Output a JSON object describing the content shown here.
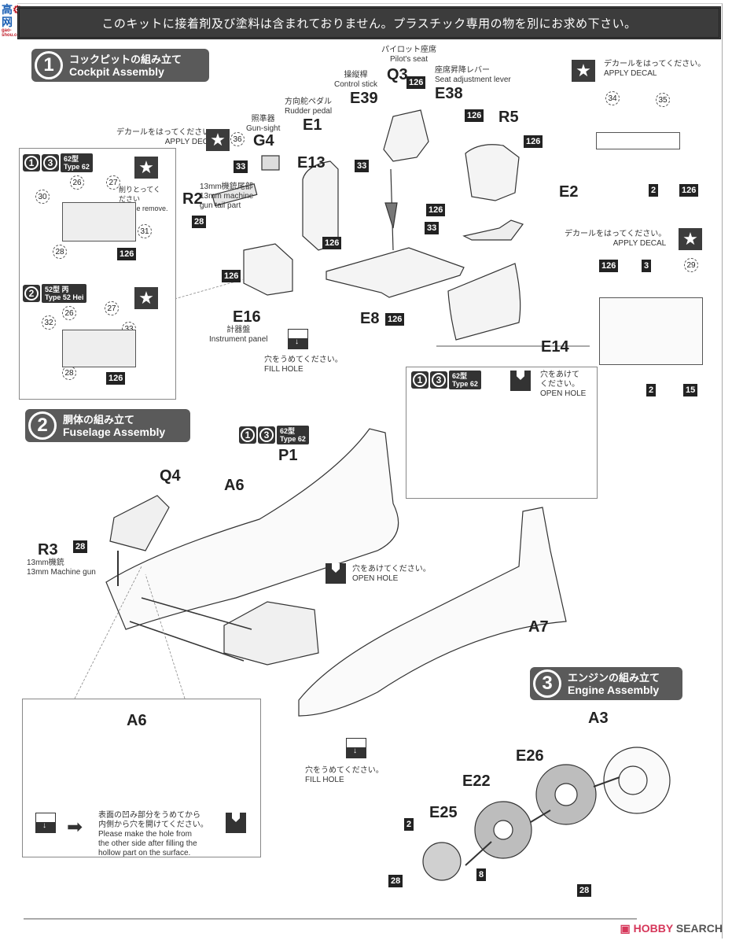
{
  "watermark": {
    "top": "高",
    "icon": "gear-icon",
    "right": "网",
    "url": "gao-shou.com"
  },
  "banner": {
    "text": "このキットに接着剤及び塗料は含まれておりません。プラスチック専用の物を別にお求め下さい。"
  },
  "steps": [
    {
      "num": "1",
      "jp": "コックピットの組み立て",
      "en": "Cockpit Assembly"
    },
    {
      "num": "2",
      "jp": "胴体の組み立て",
      "en": "Fuselage Assembly"
    },
    {
      "num": "3",
      "jp": "エンジンの組み立て",
      "en": "Engine Assembly"
    }
  ],
  "decal_note": {
    "jp": "デカールをはってください。",
    "en": "APPLY DECAL",
    "icon": "star-icon"
  },
  "open_hole": {
    "jp": "穴をあけてください。",
    "jp_split": [
      "穴をあけて",
      "ください。"
    ],
    "en": "OPEN HOLE"
  },
  "fill_hole": {
    "jp": "穴をうめてください。",
    "en": "FILL HOLE"
  },
  "cockpit": {
    "parts": {
      "q3": {
        "jp": "パイロット座席",
        "en": "Pilot's seat",
        "id": "Q3",
        "color": "126"
      },
      "e39": {
        "jp": "操縦桿",
        "en": "Control stick",
        "id": "E39"
      },
      "e38": {
        "jp": "座席昇降レバー",
        "en": "Seat adjustment lever",
        "id": "E38"
      },
      "e1": {
        "jp": "方向舵ペダル",
        "en": "Rudder pedal",
        "id": "E1"
      },
      "g4": {
        "jp": "照準器",
        "en": "Gun-sight",
        "id": "G4",
        "decal": "36",
        "color": "33"
      },
      "r2": {
        "jp": "13mm機銃尾部",
        "en1": "13mm machine",
        "en2": "gun tail part",
        "id": "R2",
        "color": "28"
      },
      "e16": {
        "jp": "計器盤",
        "en": "Instrument panel",
        "id": "E16",
        "color": "126"
      },
      "e13": {
        "id": "E13",
        "color": "126"
      },
      "r5": {
        "id": "R5",
        "color": "126"
      },
      "e8": {
        "id": "E8",
        "color": "126"
      },
      "e2": {
        "id": "E2"
      },
      "e14": {
        "id": "E14"
      },
      "stick_colors": [
        "33",
        "126",
        "33"
      ],
      "seat_lever_color": "126"
    },
    "type62_panel": {
      "badge_nums": [
        "1",
        "3"
      ],
      "badge_text": [
        "62型",
        "Type 62"
      ],
      "decals": [
        "30",
        "26",
        "27",
        "31",
        "28"
      ],
      "remove_jp": [
        "削りとってく",
        "ださい"
      ],
      "remove_en": "Please remove.",
      "color": "126"
    },
    "type52_panel": {
      "badge_nums": [
        "2"
      ],
      "badge_text": [
        "52型 丙",
        "Type 52 Hei"
      ],
      "decals": [
        "32",
        "26",
        "27",
        "33",
        "28"
      ],
      "color": "126"
    },
    "right_top": {
      "decals": [
        "34",
        "35"
      ],
      "colors": [
        "2",
        "126"
      ]
    },
    "right_bottom": {
      "colors_top": [
        "126",
        "3"
      ],
      "decal": "29",
      "colors_bottom": [
        "2",
        "15"
      ]
    }
  },
  "type62_detail": {
    "badge_nums": [
      "1",
      "3"
    ],
    "badge_text": [
      "62型",
      "Type 62"
    ]
  },
  "fuselage": {
    "badge_nums": [
      "1",
      "3"
    ],
    "badge_text": [
      "62型",
      "Type 62"
    ],
    "p1": "P1",
    "q4": "Q4",
    "a6": "A6",
    "a7": "A7",
    "r3": {
      "id": "R3",
      "jp": "13mm機銃",
      "en": "13mm Machine gun",
      "color": "28"
    }
  },
  "inset": {
    "label": "A6",
    "jp1": "表面の凹み部分をうめてから",
    "jp2": "内側から穴を開けてください。",
    "en1": "Please make the hole from",
    "en2": "the other side after filling the",
    "en3": "hollow part on the surface."
  },
  "engine": {
    "a3": "A3",
    "e26": "E26",
    "e22": "E22",
    "e25": "E25",
    "colors": [
      "2",
      "28",
      "8",
      "28"
    ]
  },
  "footer": {
    "brand_a": "HOBBY",
    "brand_b": "SEARCH"
  }
}
